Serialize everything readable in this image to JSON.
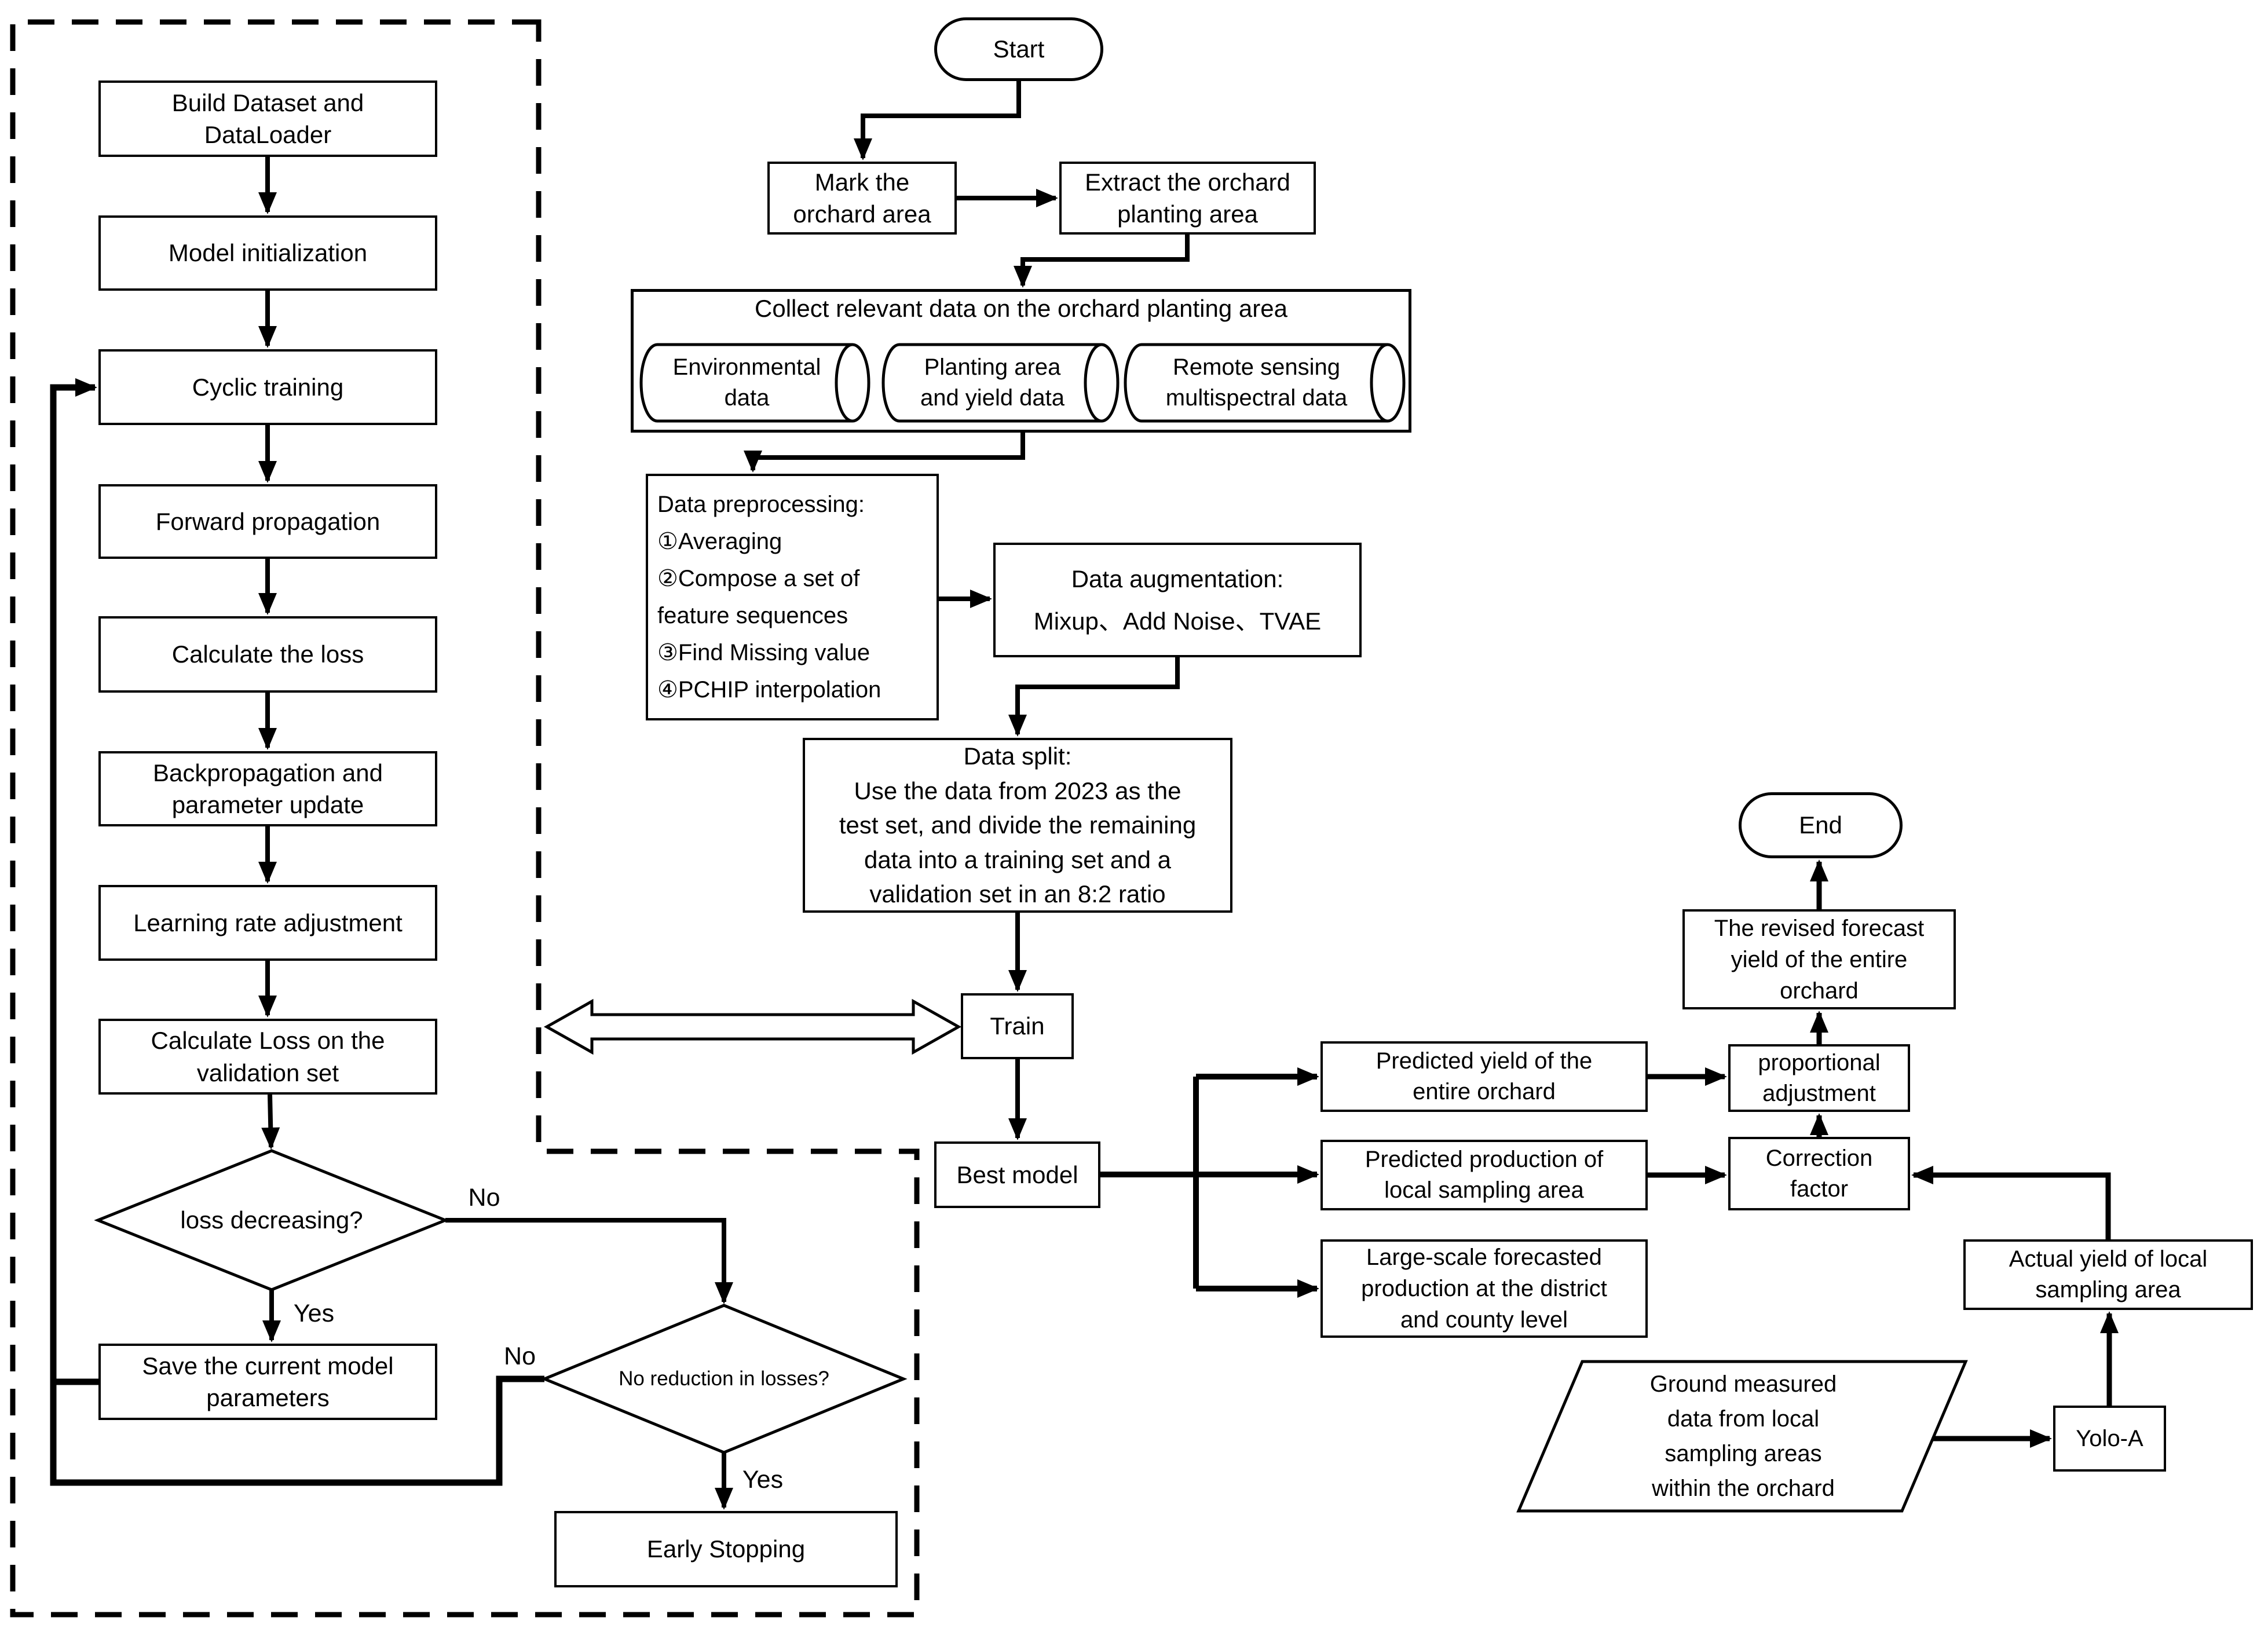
{
  "nodes": {
    "start": "Start",
    "mark": "Mark the\norchard area",
    "extract": "Extract the orchard\nplanting area",
    "collect_title": "Collect relevant data on the orchard planting area",
    "cyl_env": "Environmental\ndata",
    "cyl_plant": "Planting area\nand yield data",
    "cyl_remote": "Remote sensing\nmultispectral data",
    "preprocessing": "Data preprocessing:\n①Averaging\n②Compose a set of\nfeature sequences\n③Find Missing value\n④PCHIP interpolation",
    "augmentation": "Data augmentation:\nMixup、Add Noise、TVAE",
    "split": "Data split:\nUse the data from 2023 as the\ntest set, and divide the remaining\ndata into a training set and a\nvalidation set in an 8:2 ratio",
    "train": "Train",
    "best": "Best model",
    "pred_yield": "Predicted yield of the\nentire orchard",
    "pred_prod": "Predicted production of\nlocal sampling area",
    "large_scale": "Large-scale forecasted\nproduction at the district\nand county level",
    "prop_adj": "proportional\nadjustment",
    "correction": "Correction\nfactor",
    "revised": "The revised forecast\nyield of the entire\norchard",
    "end": "End",
    "actual": "Actual yield of local\nsampling area",
    "yolo": "Yolo-A",
    "ground": "Ground measured\ndata from local\nsampling areas\nwithin the orchard",
    "build": "Build Dataset and\nDataLoader",
    "model_init": "Model initialization",
    "cyclic": "Cyclic training",
    "forward": "Forward propagation",
    "calc_loss": "Calculate the loss",
    "backprop": "Backpropagation and\nparameter update",
    "lr": "Learning rate adjustment",
    "val_loss": "Calculate Loss on the\nvalidation set",
    "d1": "loss decreasing?",
    "save": "Save the current model\nparameters",
    "d2": "No reduction in losses?",
    "early": "Early Stopping"
  },
  "edge_labels": {
    "d1_no": "No",
    "d1_yes": "Yes",
    "d2_no": "No",
    "d2_yes": "Yes"
  },
  "colors": {
    "line": "#000000",
    "background": "#ffffff"
  }
}
